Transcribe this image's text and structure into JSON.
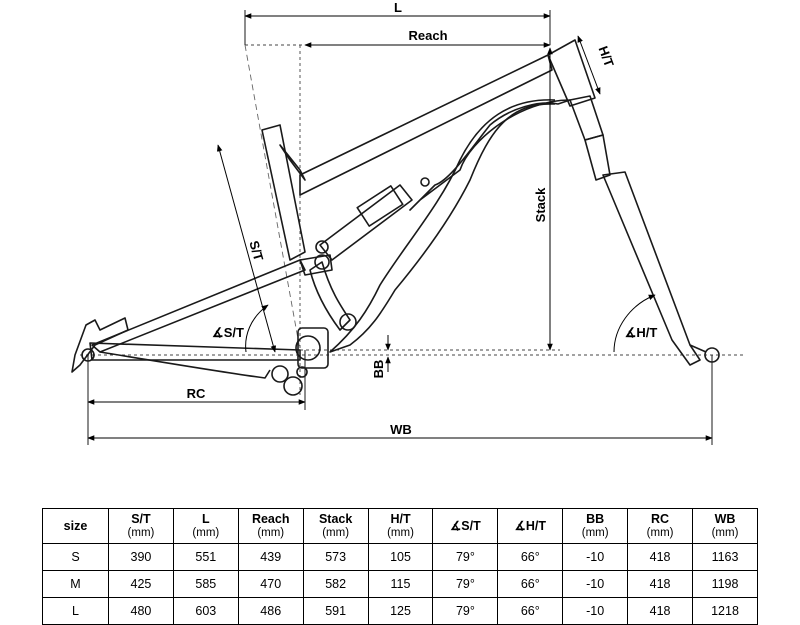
{
  "diagram": {
    "labels": {
      "L": "L",
      "reach": "Reach",
      "ht": "H/T",
      "st": "S/T",
      "stack": "Stack",
      "st_angle": "∡S/T",
      "ht_angle": "∡H/T",
      "bb": "BB",
      "rc": "RC",
      "wb": "WB"
    }
  },
  "table": {
    "columns": [
      {
        "label": "size",
        "unit": ""
      },
      {
        "label": "S/T",
        "unit": "(mm)"
      },
      {
        "label": "L",
        "unit": "(mm)"
      },
      {
        "label": "Reach",
        "unit": "(mm)"
      },
      {
        "label": "Stack",
        "unit": "(mm)"
      },
      {
        "label": "H/T",
        "unit": "(mm)"
      },
      {
        "label": "∡S/T",
        "unit": ""
      },
      {
        "label": "∡H/T",
        "unit": ""
      },
      {
        "label": "BB",
        "unit": "(mm)"
      },
      {
        "label": "RC",
        "unit": "(mm)"
      },
      {
        "label": "WB",
        "unit": "(mm)"
      }
    ],
    "rows": [
      [
        "S",
        "390",
        "551",
        "439",
        "573",
        "105",
        "79°",
        "66°",
        "-10",
        "418",
        "1163"
      ],
      [
        "M",
        "425",
        "585",
        "470",
        "582",
        "115",
        "79°",
        "66°",
        "-10",
        "418",
        "1198"
      ],
      [
        "L",
        "480",
        "603",
        "486",
        "591",
        "125",
        "79°",
        "66°",
        "-10",
        "418",
        "1218"
      ]
    ]
  }
}
